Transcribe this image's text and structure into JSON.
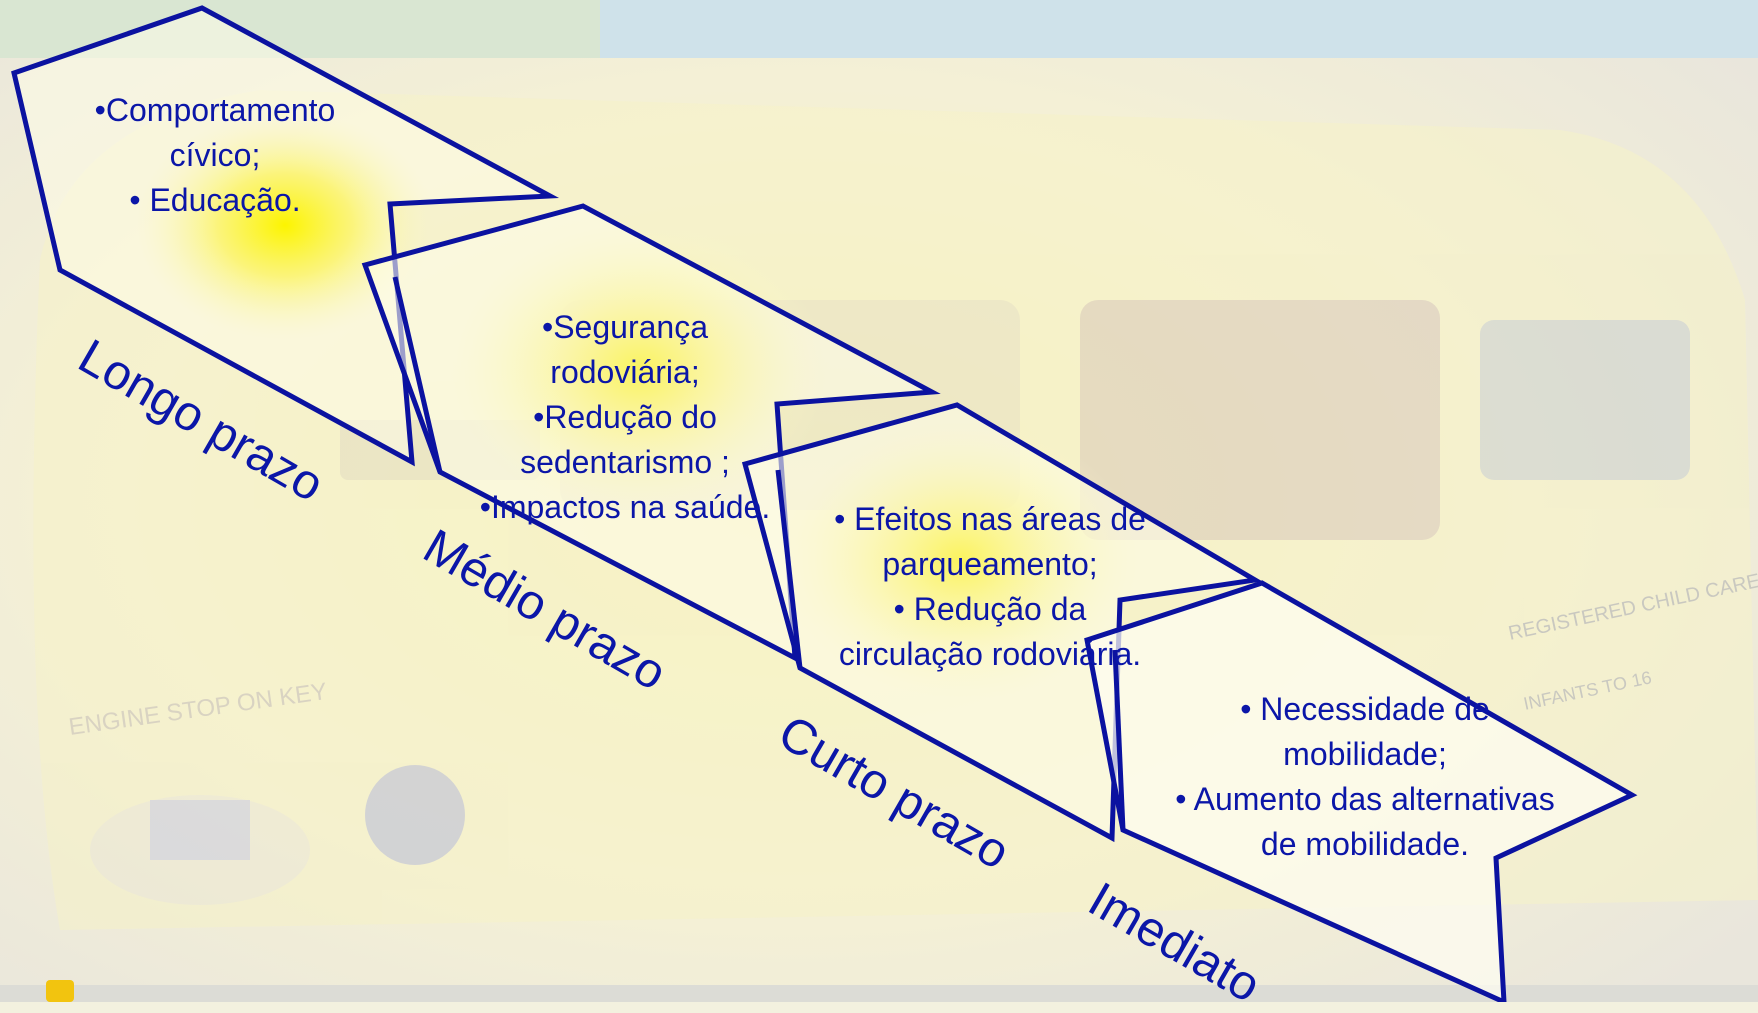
{
  "colors": {
    "outline": "#0b12a0",
    "text": "#0b16a8",
    "banner": "#cfe2ea",
    "highlight": "#fcf400"
  },
  "stages": [
    {
      "label": "Longo prazo",
      "items": [
        "•Comportamento",
        "cívico;",
        "• Educação."
      ]
    },
    {
      "label": "Médio prazo",
      "items": [
        "•Segurança",
        "rodoviária;",
        "•Redução do",
        "sedentarismo ;",
        "•Impactos na saúde."
      ]
    },
    {
      "label": "Curto prazo",
      "items": [
        "• Efeitos nas áreas de",
        "parqueamento;",
        "• Redução da",
        "circulação rodoviária."
      ]
    },
    {
      "label": "Imediato",
      "items": [
        "• Necessidade de",
        "mobilidade;",
        "• Aumento das alternativas",
        "de mobilidade."
      ]
    }
  ],
  "background": {
    "illustration": "school-minibus-photo",
    "vehicle_text": [
      "ENGINE STOP ON KEY",
      "REGISTERED CHILD CARE",
      "INFANTS TO 16"
    ]
  }
}
